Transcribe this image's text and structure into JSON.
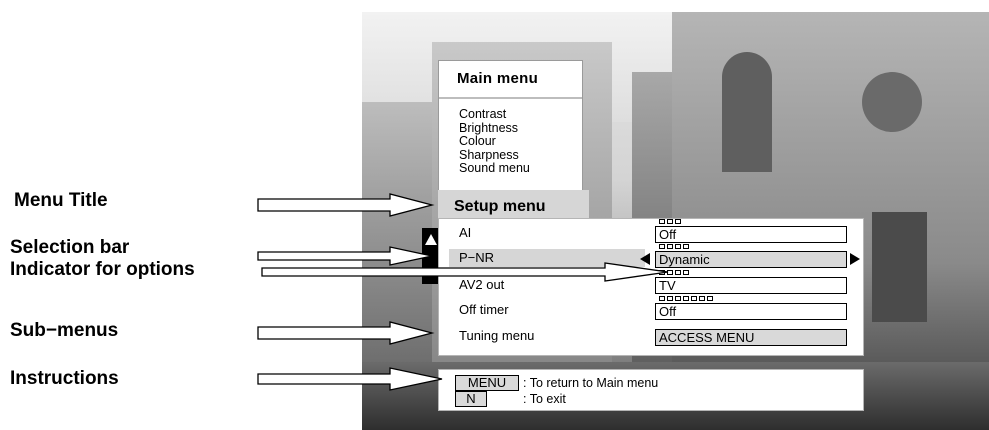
{
  "callouts": {
    "menu_title": "Menu Title",
    "selection_bar": "Selection bar",
    "indicator": "Indicator for options",
    "sub_menus": "Sub−menus",
    "instructions": "Instructions"
  },
  "main_menu": {
    "title": "Main menu",
    "items": [
      "Contrast",
      "Brightness",
      "Colour",
      "Sharpness",
      "Sound menu"
    ]
  },
  "setup_menu": {
    "title": "Setup menu",
    "rows": [
      {
        "label": "AI",
        "value": "Off",
        "indicator_count": 3,
        "selected": false
      },
      {
        "label": "P−NR",
        "value": "Dynamic",
        "indicator_count": 4,
        "selected": true
      },
      {
        "label": "AV2 out",
        "value": "TV",
        "indicator_count": 4,
        "selected": false
      },
      {
        "label": "Off timer",
        "value": "Off",
        "indicator_count": 7,
        "selected": false
      },
      {
        "label": "Tuning menu",
        "value": "ACCESS MENU",
        "indicator_count": 0,
        "selected": false
      }
    ]
  },
  "instructions": {
    "menu_key": "MENU",
    "menu_text": ": To return to Main menu",
    "n_key": "N",
    "n_text": ": To exit"
  },
  "colors": {
    "selection_bar": "#d6d6d6",
    "panel": "#ffffff",
    "text": "#000000"
  }
}
